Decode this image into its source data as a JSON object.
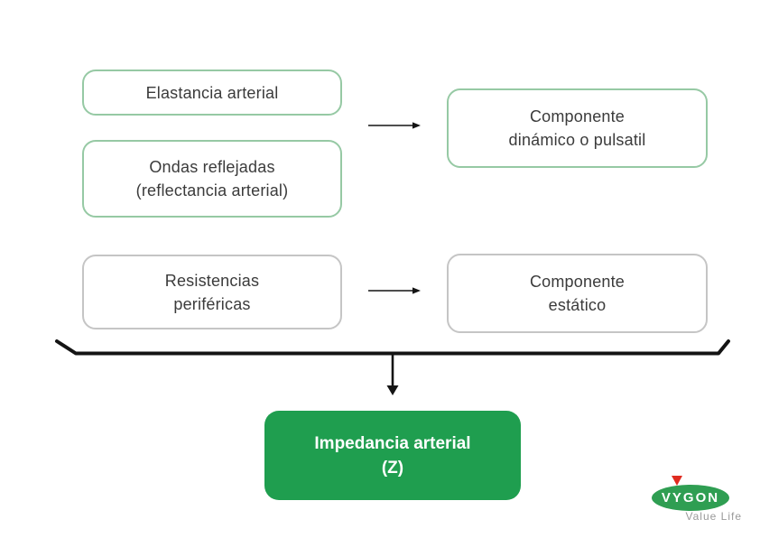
{
  "boxes": {
    "elastancia": {
      "label": "Elastancia arterial"
    },
    "ondas_reflejadas": {
      "line1": "Ondas reflejadas",
      "line2": "(reflectancia arterial)"
    },
    "componente_dinamico": {
      "line1": "Componente",
      "line2": "dinámico o pulsatil"
    },
    "resistencias_perifericas": {
      "line1": "Resistencias",
      "line2": "periféricas"
    },
    "componente_estatico": {
      "line1": "Componente",
      "line2": "estático"
    },
    "impedancia_arterial": {
      "line1": "Impedancia arterial",
      "line2": "(Z)"
    }
  },
  "logo": {
    "brand": "VYGON",
    "tagline": "Value Life"
  },
  "colors": {
    "green_outline": "#96c9a4",
    "gray_outline": "#c5c5c5",
    "result_green_fill": "#1f9e4f",
    "logo_green": "#2f9e52",
    "logo_red": "#e02b20",
    "text": "#3b3b3b",
    "tagline_gray": "#9a9a9a",
    "line_black": "#141414"
  }
}
